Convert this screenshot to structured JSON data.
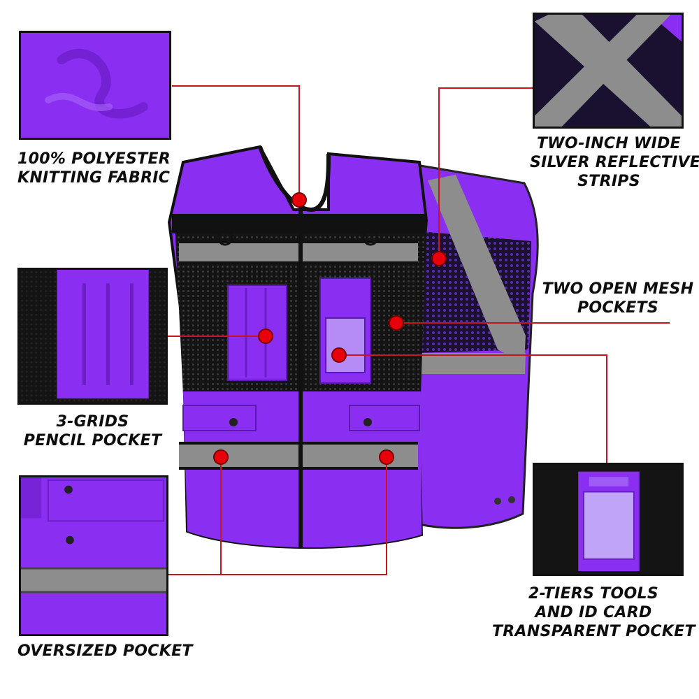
{
  "colors": {
    "fabric": "#8a2ef2",
    "fabric_dark": "#6a1dc4",
    "reflective": "#8d8d8d",
    "mesh": "#141414",
    "leader_line": "#c8141c",
    "dot": "#e8000b",
    "text": "#0d0d0d"
  },
  "labels": {
    "fabric": [
      "100% POLYESTER",
      "KNITTING FABRIC"
    ],
    "reflective": [
      "TWO-INCH WIDE",
      "SILVER REFLECTIVE",
      "STRIPS"
    ],
    "mesh": [
      "TWO OPEN MESH",
      "POCKETS"
    ],
    "pencil": [
      "3-GRIDS",
      "PENCIL POCKET"
    ],
    "oversized": [
      "OVERSIZED POCKET"
    ],
    "id_card": [
      "2-TIERS TOOLS",
      "AND ID CARD",
      "TRANSPARENT POCKET"
    ]
  },
  "icons": {
    "callout_dot": "red-dot-icon"
  }
}
